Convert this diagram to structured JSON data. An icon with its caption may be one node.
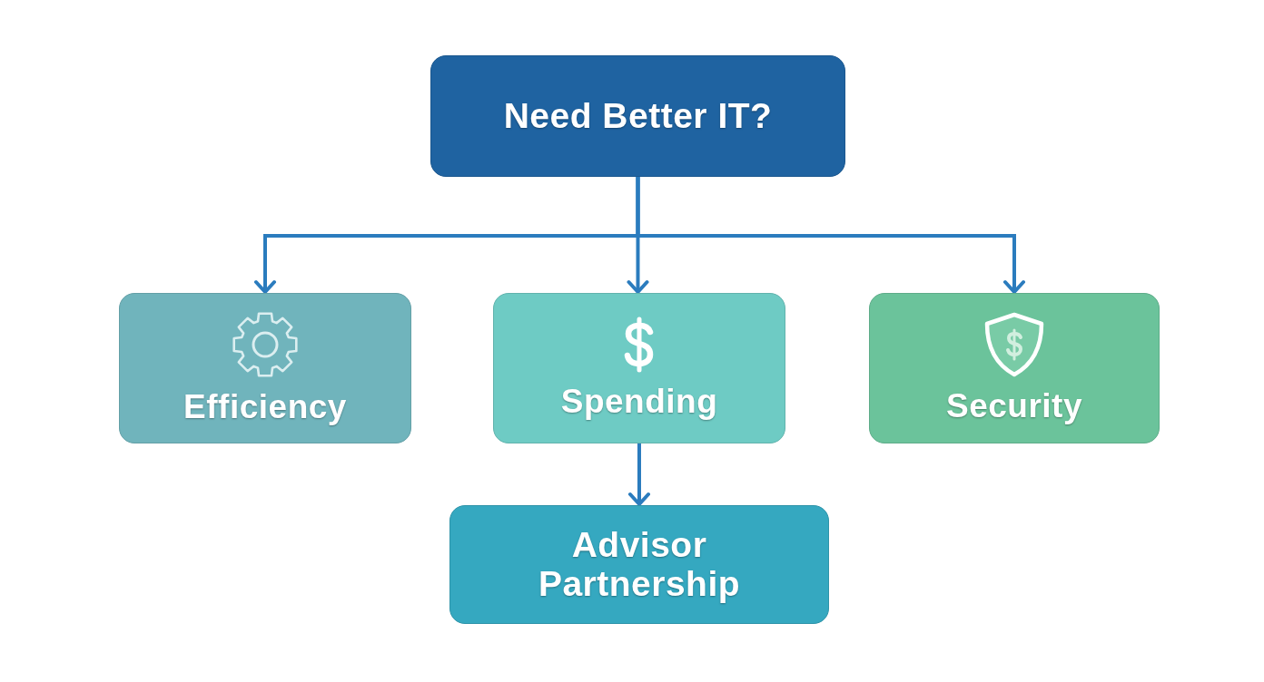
{
  "diagram": {
    "nodes": [
      {
        "text": [
          "Need Better IT?"
        ]
      },
      {
        "text": [
          "Efficiency"
        ]
      },
      {
        "text": [
          "Spending"
        ]
      },
      {
        "text": [
          "Security"
        ]
      },
      {
        "text": [
          "Advisor Partnership"
        ]
      }
    ],
    "edges": [
      {
        "from": 0,
        "to": 1,
        "arrow": "to"
      },
      {
        "from": 0,
        "to": 2,
        "arrow": "to"
      },
      {
        "from": 0,
        "to": 3,
        "arrow": "to"
      },
      {
        "from": 2,
        "to": 4,
        "arrow": "to"
      }
    ]
  }
}
